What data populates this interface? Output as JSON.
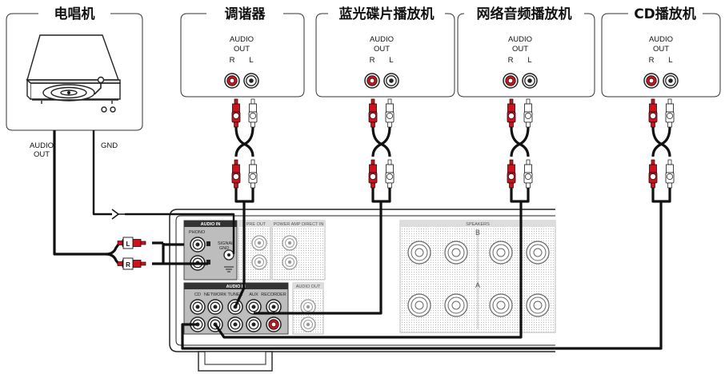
{
  "sources": [
    {
      "id": "turntable",
      "title": "电唱机",
      "labels": {
        "audio_out": "AUDIO\nOUT",
        "gnd": "GND"
      }
    },
    {
      "id": "tuner",
      "title": "调谐器",
      "audio_out": "AUDIO",
      "out": "OUT",
      "r": "R",
      "l": "L"
    },
    {
      "id": "bluray",
      "title": "蓝光碟片播放机",
      "audio_out": "AUDIO",
      "out": "OUT",
      "r": "R",
      "l": "L"
    },
    {
      "id": "network",
      "title": "网络音频播放机",
      "audio_out": "AUDIO",
      "out": "OUT",
      "r": "R",
      "l": "L"
    },
    {
      "id": "cd",
      "title": "CD播放机",
      "audio_out": "AUDIO",
      "out": "OUT",
      "r": "R",
      "l": "L"
    }
  ],
  "turntable_labels": {
    "audio_line1": "AUDIO",
    "audio_line2": "OUT",
    "gnd": "GND"
  },
  "plug_letters": {
    "r": "R",
    "l": "L"
  },
  "amp_labels": {
    "audio_in": "AUDIO IN",
    "phono": "PHONO",
    "signal_gnd_1": "SIGNAL",
    "signal_gnd_2": "GND",
    "pre_out": "PRE OUT",
    "power_amp": "POWER AMP DIRECT IN",
    "audio_in_2": "AUDIO IN",
    "audio_out": "AUDIO OUT",
    "inputs": [
      "CD",
      "NETWORK",
      "TUNER",
      "AUX",
      "RECORDER"
    ],
    "speakers": "SPEAKERS",
    "spk_a": "A",
    "spk_b": "B"
  }
}
